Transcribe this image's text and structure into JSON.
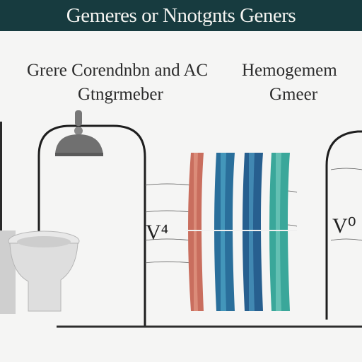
{
  "banner": {
    "title": "Gemeres or Nnotgnts Geners"
  },
  "headings": {
    "left_line1": "Grere Corendnbn and AC",
    "left_line2": "Gtngrmeber",
    "right_line1": "Hemogemem",
    "right_line2": "Gmeer"
  },
  "labels": {
    "left_v": "V⁴",
    "right_v": "V⁰"
  },
  "colors": {
    "banner_bg": "#173b3f",
    "pipe_red": "#c96e5e",
    "pipe_blue": "#2a6f9b",
    "pipe_teal": "#2f8f9c",
    "pipe_green": "#3aa79a"
  },
  "icons": [
    "toilet-icon",
    "lamp-icon"
  ]
}
